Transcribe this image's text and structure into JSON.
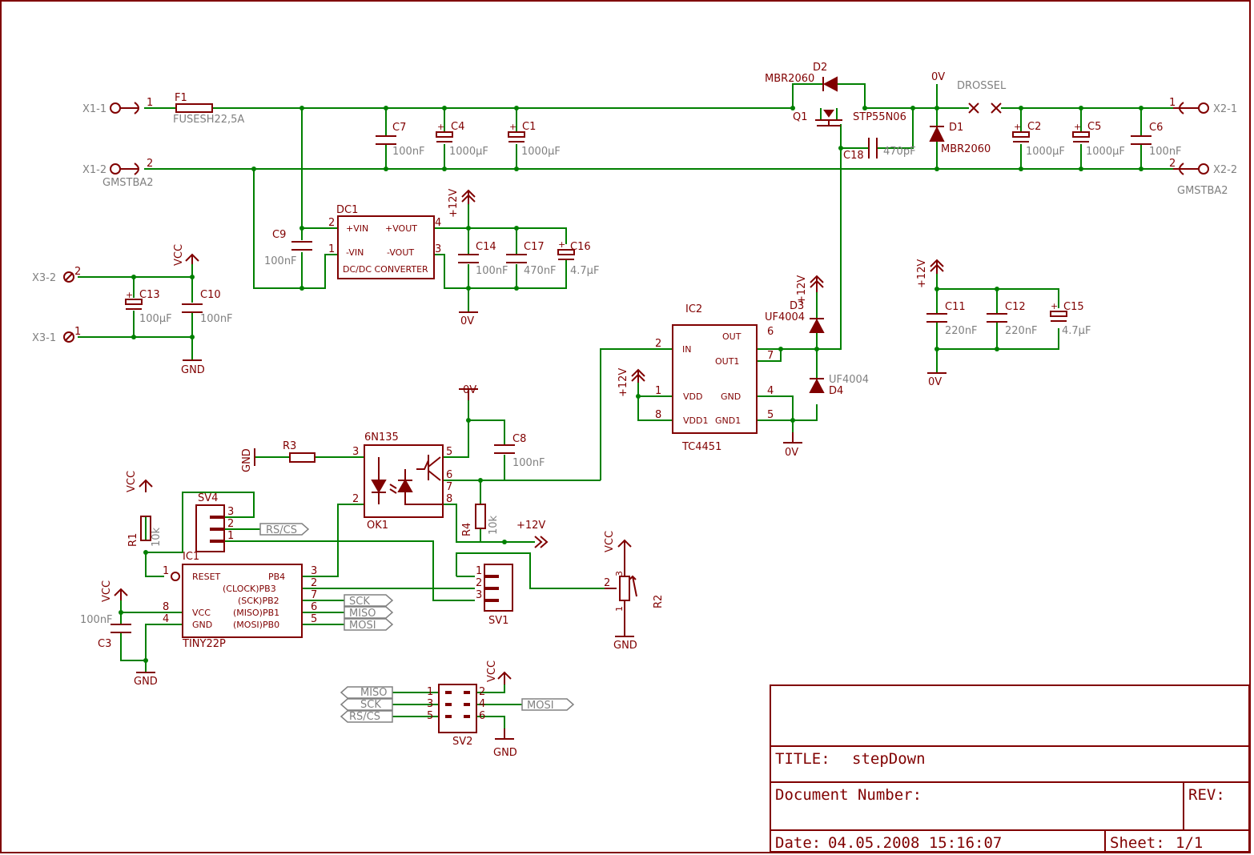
{
  "title_block": {
    "title_label": "TITLE:",
    "title": "stepDown",
    "docnum_label": "Document Number:",
    "rev_label": "REV:",
    "date_label": "Date:",
    "date": "04.05.2008 15:16:07",
    "sheet_label": "Sheet:",
    "sheet": "1/1"
  },
  "connectors": {
    "x1_1": "X1-1",
    "x1_2": "X1-2",
    "x1_type": "GMSTBA2",
    "x2_1": "X2-1",
    "x2_2": "X2-2",
    "x2_type": "GMSTBA2",
    "x3_1": "X3-1",
    "x3_2": "X3-2"
  },
  "parts": {
    "f1": "F1",
    "f1_val": "FUSESH22,5A",
    "c7": "C7",
    "c7_val": "100nF",
    "c4": "C4",
    "c4_val": "1000µF",
    "c1": "C1",
    "c1_val": "1000µF",
    "d2": "D2",
    "d2_val": "MBR2060",
    "q1": "Q1",
    "q1_val": "STP55N06",
    "c18": "C18",
    "c18_val": "470pF",
    "d1": "D1",
    "d1_val": "MBR2060",
    "drossel": "DROSSEL",
    "c2": "C2",
    "c2_val": "1000µF",
    "c5": "C5",
    "c5_val": "1000µF",
    "c6": "C6",
    "c6_val": "100nF",
    "dc1": "DC1",
    "dc1_val": "DC/DC CONVERTER",
    "dc1_vinp": "+VIN",
    "dc1_vinm": "-VIN",
    "dc1_voutp": "+VOUT",
    "dc1_voutm": "-VOUT",
    "c9": "C9",
    "c9_val": "100nF",
    "c14": "C14",
    "c14_val": "100nF",
    "c17": "C17",
    "c17_val": "470nF",
    "c16": "C16",
    "c16_val": "4.7µF",
    "c13": "C13",
    "c13_val": "100µF",
    "c10": "C10",
    "c10_val": "100nF",
    "c11": "C11",
    "c11_val": "220nF",
    "c12": "C12",
    "c12_val": "220nF",
    "c15": "C15",
    "c15_val": "4.7µF",
    "ic2": "IC2",
    "ic2_val": "TC4451",
    "ic2_in": "IN",
    "ic2_out": "OUT",
    "ic2_out1": "OUT1",
    "ic2_vdd": "VDD",
    "ic2_vdd1": "VDD1",
    "ic2_gnd": "GND",
    "ic2_gnd1": "GND1",
    "d3": "D3",
    "d3_val": "UF4004",
    "d4": "D4",
    "d4_val": "UF4004",
    "ok1": "OK1",
    "ok1_val": "6N135",
    "r3": "R3",
    "r4": "R4",
    "r4_val": "10k",
    "r1": "R1",
    "r1_val": "10k",
    "r2": "R2",
    "c8": "C8",
    "c8_val": "100nF",
    "c3": "C3",
    "c3_val": "100nF",
    "sv1": "SV1",
    "sv2": "SV2",
    "sv4": "SV4",
    "ic1": "IC1",
    "ic1_val": "TINY22P",
    "ic1_reset": "RESET",
    "ic1_vcc": "VCC",
    "ic1_gnd": "GND",
    "ic1_pb4": "PB4",
    "ic1_pb3": "(CLOCK)PB3",
    "ic1_pb2": "(SCK)PB2",
    "ic1_pb1": "(MISO)PB1",
    "ic1_pb0": "(MOSI)PB0"
  },
  "nets": {
    "v0": "0V",
    "p12": "+12V",
    "vcc": "VCC",
    "gnd": "GND",
    "rscs": "RS/CS",
    "sck": "SCK",
    "miso": "MISO",
    "mosi": "MOSI"
  },
  "pins": {
    "n1": "1",
    "n2": "2",
    "n3": "3",
    "n4": "4",
    "n5": "5",
    "n6": "6",
    "n7": "7",
    "n8": "8",
    "plus": "+"
  }
}
